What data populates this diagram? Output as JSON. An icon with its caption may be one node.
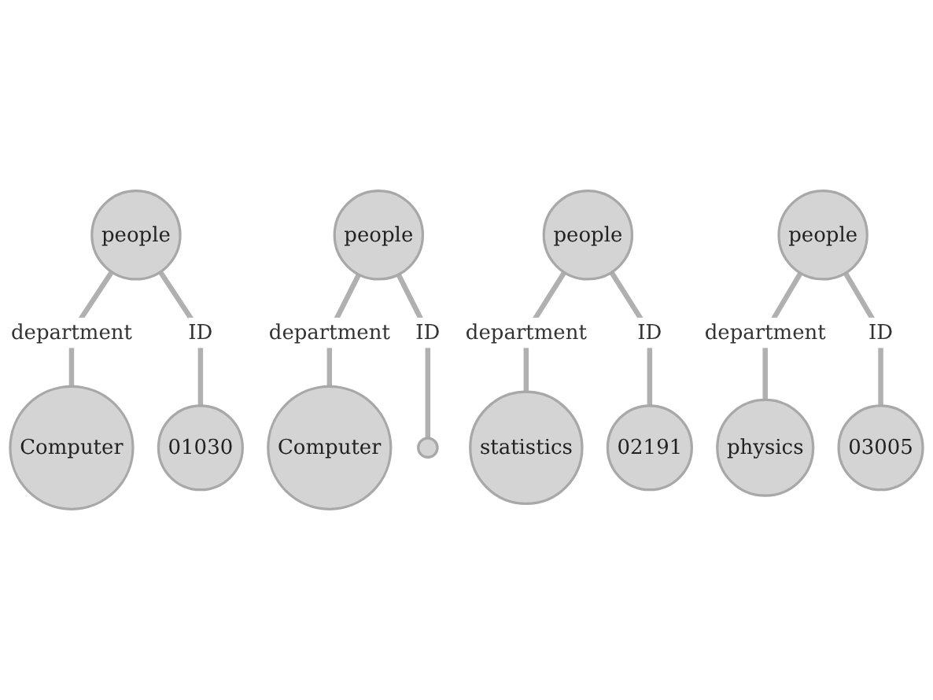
{
  "diagram": {
    "nodes": [
      {
        "text": [
          "people"
        ]
      },
      {
        "text": [
          "Computer"
        ]
      },
      {
        "text": [
          "01030"
        ]
      },
      {
        "text": [
          "people"
        ]
      },
      {
        "text": [
          "Computer"
        ]
      },
      {
        "text": [],
        "shape": "circle"
      },
      {
        "text": [
          "people"
        ]
      },
      {
        "text": [
          "statistics"
        ]
      },
      {
        "text": [
          "02191"
        ]
      },
      {
        "text": [
          "people"
        ]
      },
      {
        "text": [
          "physics"
        ]
      },
      {
        "text": [
          "03005"
        ]
      }
    ],
    "edges": [
      {
        "from": 0,
        "to": 1,
        "arrow": "none",
        "label": "department"
      },
      {
        "from": 0,
        "to": 2,
        "arrow": "none",
        "label": "ID"
      },
      {
        "from": 3,
        "to": 4,
        "arrow": "none",
        "label": "department"
      },
      {
        "from": 3,
        "to": 5,
        "arrow": "none",
        "label": "ID"
      },
      {
        "from": 6,
        "to": 7,
        "arrow": "none",
        "label": "department"
      },
      {
        "from": 6,
        "to": 8,
        "arrow": "none",
        "label": "ID"
      },
      {
        "from": 9,
        "to": 10,
        "arrow": "none",
        "label": "department"
      },
      {
        "from": 9,
        "to": 11,
        "arrow": "none",
        "label": "ID"
      }
    ]
  }
}
